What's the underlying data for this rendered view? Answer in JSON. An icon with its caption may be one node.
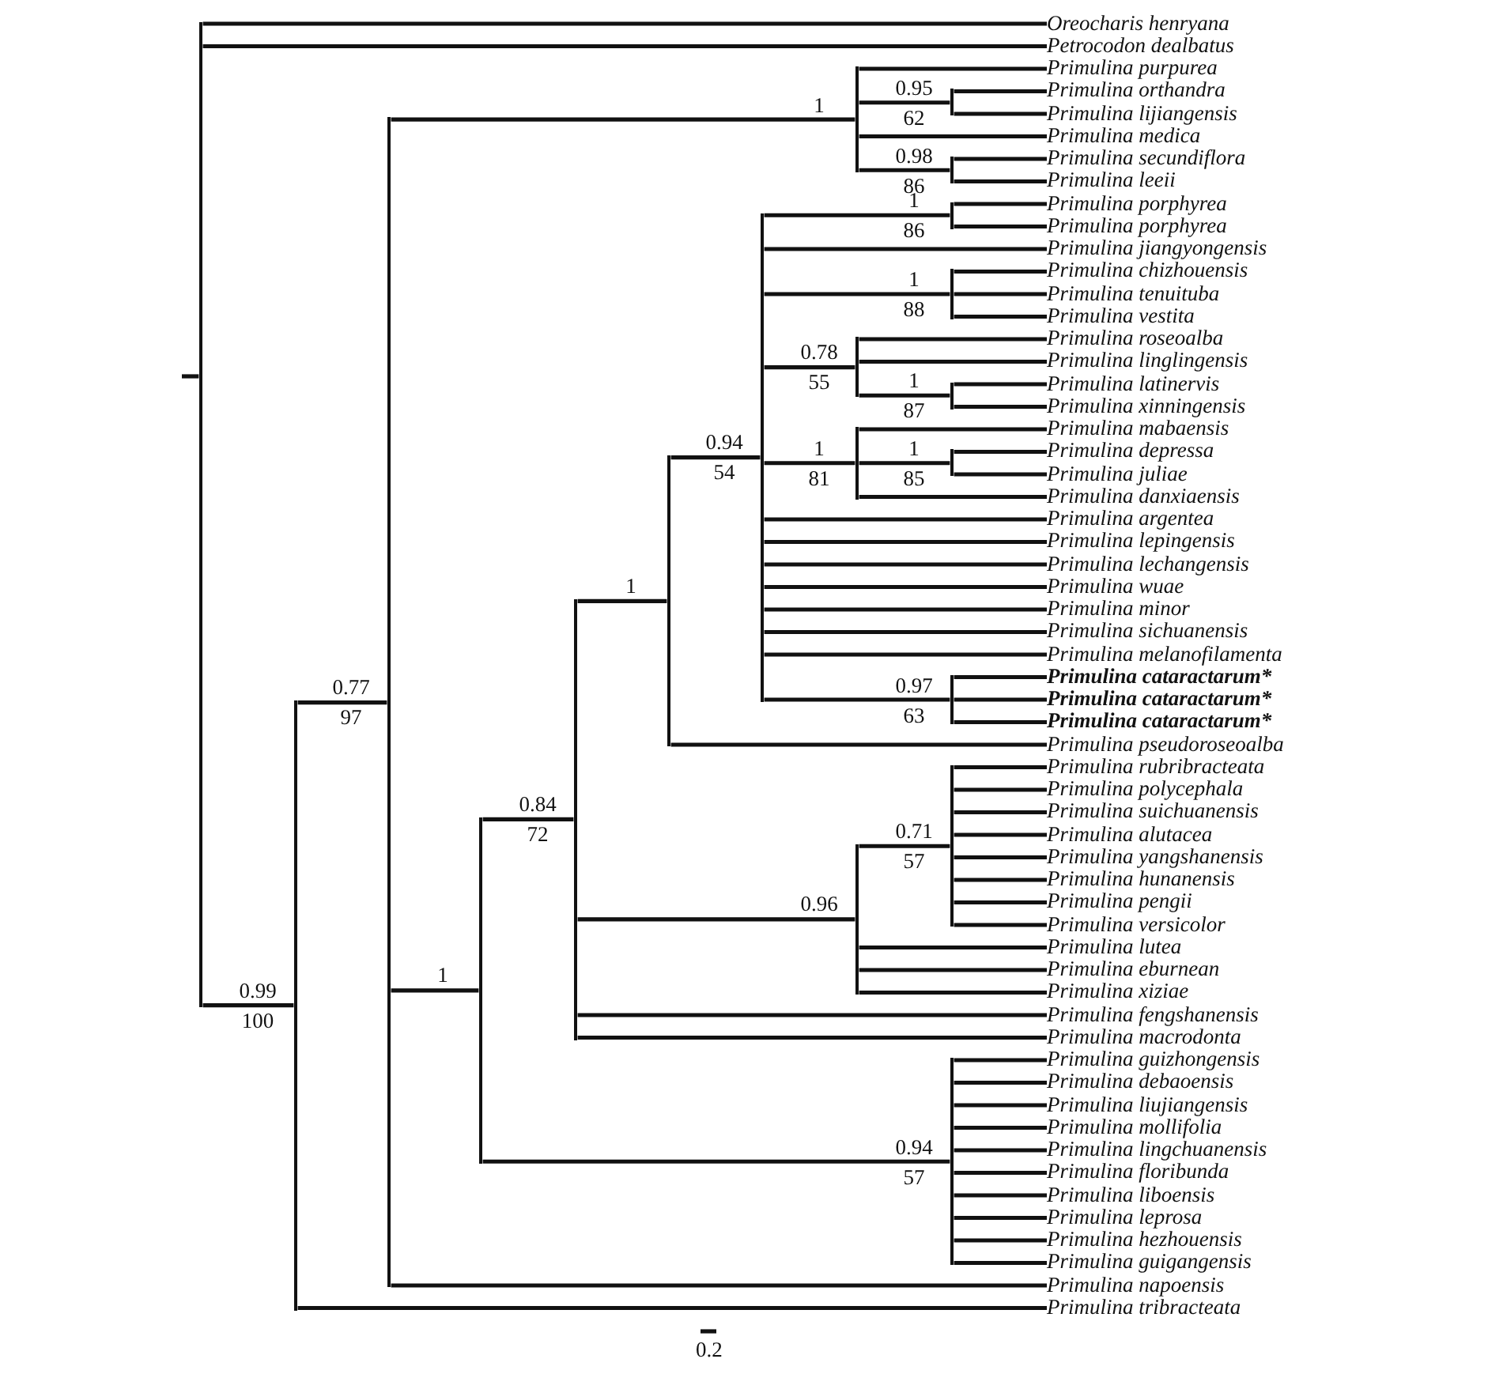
{
  "diagram": {
    "nodes": [
      {
        "text": [],
        "shape": "bar"
      },
      {
        "text": [
          "Oreocharis henryana"
        ]
      },
      {
        "text": [
          "Petrocodon dealbatus"
        ]
      },
      {
        "text": [],
        "shape": "bar",
        "beside": [
          "0.99",
          "100"
        ]
      },
      {
        "text": [],
        "shape": "bar",
        "beside": [
          "0.77",
          "97"
        ]
      },
      {
        "text": [],
        "shape": "bar",
        "beside": [
          "1"
        ]
      },
      {
        "text": [
          "Primulina purpurea"
        ]
      },
      {
        "text": [],
        "shape": "bar",
        "beside": [
          "0.95",
          "62"
        ]
      },
      {
        "text": [
          "Primulina orthandra"
        ]
      },
      {
        "text": [
          "Primulina lijiangensis"
        ]
      },
      {
        "text": [
          "Primulina medica"
        ]
      },
      {
        "text": [],
        "shape": "bar",
        "beside": [
          "0.98",
          "86"
        ]
      },
      {
        "text": [
          "Primulina secundiflora"
        ]
      },
      {
        "text": [
          "Primulina leeii"
        ]
      },
      {
        "text": [],
        "shape": "bar",
        "beside": [
          "1"
        ]
      },
      {
        "text": [],
        "shape": "bar",
        "beside": [
          "0.84",
          "72"
        ]
      },
      {
        "text": [],
        "shape": "bar",
        "beside": [
          "1"
        ]
      },
      {
        "text": [],
        "shape": "bar",
        "beside": [
          "0.94",
          "54"
        ]
      },
      {
        "text": [],
        "shape": "bar",
        "beside": [
          "1",
          "86"
        ]
      },
      {
        "text": [
          "Primulina porphyrea"
        ]
      },
      {
        "text": [
          "Primulina porphyrea"
        ]
      },
      {
        "text": [
          "Primulina jiangyongensis"
        ]
      },
      {
        "text": [],
        "shape": "bar",
        "beside": [
          "1",
          "88"
        ]
      },
      {
        "text": [
          "Primulina chizhouensis"
        ]
      },
      {
        "text": [
          "Primulina tenuituba"
        ]
      },
      {
        "text": [
          "Primulina vestita"
        ]
      },
      {
        "text": [],
        "shape": "bar",
        "beside": [
          "0.78",
          "55"
        ]
      },
      {
        "text": [
          "Primulina roseoalba"
        ]
      },
      {
        "text": [
          "Primulina linglingensis"
        ]
      },
      {
        "text": [],
        "shape": "bar",
        "beside": [
          "1",
          "87"
        ]
      },
      {
        "text": [
          "Primulina latinervis"
        ]
      },
      {
        "text": [
          "Primulina xinningensis"
        ]
      },
      {
        "text": [],
        "shape": "bar",
        "beside": [
          "1",
          "81"
        ]
      },
      {
        "text": [
          "Primulina mabaensis"
        ]
      },
      {
        "text": [],
        "shape": "bar",
        "beside": [
          "1",
          "85"
        ]
      },
      {
        "text": [
          "Primulina depressa"
        ]
      },
      {
        "text": [
          "Primulina juliae"
        ]
      },
      {
        "text": [
          "Primulina danxiaensis"
        ]
      },
      {
        "text": [
          "Primulina argentea"
        ]
      },
      {
        "text": [
          "Primulina lepingensis"
        ]
      },
      {
        "text": [
          "Primulina lechangensis"
        ]
      },
      {
        "text": [
          "Primulina wuae"
        ]
      },
      {
        "text": [
          "Primulina minor"
        ]
      },
      {
        "text": [
          "Primulina sichuanensis"
        ]
      },
      {
        "text": [
          "Primulina melanofilamenta"
        ]
      },
      {
        "text": [],
        "shape": "bar",
        "beside": [
          "0.97",
          "63"
        ]
      },
      {
        "text": [
          "Primulina cataractarum*"
        ]
      },
      {
        "text": [
          "Primulina cataractarum*"
        ]
      },
      {
        "text": [
          "Primulina cataractarum*"
        ]
      },
      {
        "text": [
          "Primulina pseudoroseoalba"
        ]
      },
      {
        "text": [],
        "shape": "bar",
        "beside": [
          "0.96"
        ]
      },
      {
        "text": [],
        "shape": "bar",
        "beside": [
          "0.71",
          "57"
        ]
      },
      {
        "text": [
          "Primulina rubribracteata"
        ]
      },
      {
        "text": [
          "Primulina polycephala"
        ]
      },
      {
        "text": [
          "Primulina suichuanensis"
        ]
      },
      {
        "text": [
          "Primulina alutacea"
        ]
      },
      {
        "text": [
          "Primulina yangshanensis"
        ]
      },
      {
        "text": [
          "Primulina hunanensis"
        ]
      },
      {
        "text": [
          "Primulina pengii"
        ]
      },
      {
        "text": [
          "Primulina versicolor"
        ]
      },
      {
        "text": [
          "Primulina lutea"
        ]
      },
      {
        "text": [
          "Primulina eburnean"
        ]
      },
      {
        "text": [
          "Primulina xiziae"
        ]
      },
      {
        "text": [
          "Primulina fengshanensis"
        ]
      },
      {
        "text": [
          "Primulina macrodonta"
        ]
      },
      {
        "text": [],
        "shape": "bar",
        "beside": [
          "0.94",
          "57"
        ]
      },
      {
        "text": [
          "Primulina guizhongensis"
        ]
      },
      {
        "text": [
          "Primulina debaoensis"
        ]
      },
      {
        "text": [
          "Primulina liujiangensis"
        ]
      },
      {
        "text": [
          "Primulina mollifolia"
        ]
      },
      {
        "text": [
          "Primulina lingchuanensis"
        ]
      },
      {
        "text": [
          "Primulina floribunda"
        ]
      },
      {
        "text": [
          "Primulina liboensis"
        ]
      },
      {
        "text": [
          "Primulina leprosa"
        ]
      },
      {
        "text": [
          "Primulina hezhouensis"
        ]
      },
      {
        "text": [
          "Primulina guigangensis"
        ]
      },
      {
        "text": [
          "Primulina napoensis"
        ]
      },
      {
        "text": [
          "Primulina tribracteata"
        ]
      }
    ],
    "edges": [
      {
        "from": null,
        "to": 0,
        "arrow": "none"
      },
      {
        "from": 0,
        "to": 1,
        "arrow": "none"
      },
      {
        "from": 0,
        "to": 2,
        "arrow": "none"
      },
      {
        "from": 0,
        "to": 3,
        "arrow": "none"
      },
      {
        "from": 3,
        "to": 4,
        "arrow": "none"
      },
      {
        "from": 4,
        "to": 5,
        "arrow": "none"
      },
      {
        "from": 5,
        "to": 6,
        "arrow": "none"
      },
      {
        "from": 5,
        "to": 7,
        "arrow": "none"
      },
      {
        "from": 7,
        "to": 8,
        "arrow": "none"
      },
      {
        "from": 7,
        "to": 9,
        "arrow": "none"
      },
      {
        "from": 5,
        "to": 10,
        "arrow": "none"
      },
      {
        "from": 5,
        "to": 11,
        "arrow": "none"
      },
      {
        "from": 11,
        "to": 12,
        "arrow": "none"
      },
      {
        "from": 11,
        "to": 13,
        "arrow": "none"
      },
      {
        "from": 4,
        "to": 14,
        "arrow": "none"
      },
      {
        "from": 14,
        "to": 15,
        "arrow": "none"
      },
      {
        "from": 15,
        "to": 16,
        "arrow": "none"
      },
      {
        "from": 16,
        "to": 17,
        "arrow": "none"
      },
      {
        "from": 17,
        "to": 18,
        "arrow": "none"
      },
      {
        "from": 18,
        "to": 19,
        "arrow": "none"
      },
      {
        "from": 18,
        "to": 20,
        "arrow": "none"
      },
      {
        "from": 17,
        "to": 21,
        "arrow": "none"
      },
      {
        "from": 17,
        "to": 22,
        "arrow": "none"
      },
      {
        "from": 22,
        "to": 23,
        "arrow": "none"
      },
      {
        "from": 22,
        "to": 24,
        "arrow": "none"
      },
      {
        "from": 22,
        "to": 25,
        "arrow": "none"
      },
      {
        "from": 17,
        "to": 26,
        "arrow": "none"
      },
      {
        "from": 26,
        "to": 27,
        "arrow": "none"
      },
      {
        "from": 26,
        "to": 28,
        "arrow": "none"
      },
      {
        "from": 26,
        "to": 29,
        "arrow": "none"
      },
      {
        "from": 29,
        "to": 30,
        "arrow": "none"
      },
      {
        "from": 29,
        "to": 31,
        "arrow": "none"
      },
      {
        "from": 17,
        "to": 32,
        "arrow": "none"
      },
      {
        "from": 32,
        "to": 33,
        "arrow": "none"
      },
      {
        "from": 32,
        "to": 34,
        "arrow": "none"
      },
      {
        "from": 34,
        "to": 35,
        "arrow": "none"
      },
      {
        "from": 34,
        "to": 36,
        "arrow": "none"
      },
      {
        "from": 32,
        "to": 37,
        "arrow": "none"
      },
      {
        "from": 17,
        "to": 38,
        "arrow": "none"
      },
      {
        "from": 17,
        "to": 39,
        "arrow": "none"
      },
      {
        "from": 17,
        "to": 40,
        "arrow": "none"
      },
      {
        "from": 17,
        "to": 41,
        "arrow": "none"
      },
      {
        "from": 17,
        "to": 42,
        "arrow": "none"
      },
      {
        "from": 17,
        "to": 43,
        "arrow": "none"
      },
      {
        "from": 17,
        "to": 44,
        "arrow": "none"
      },
      {
        "from": 17,
        "to": 45,
        "arrow": "none"
      },
      {
        "from": 45,
        "to": 46,
        "arrow": "none"
      },
      {
        "from": 45,
        "to": 47,
        "arrow": "none"
      },
      {
        "from": 45,
        "to": 48,
        "arrow": "none"
      },
      {
        "from": 16,
        "to": 49,
        "arrow": "none"
      },
      {
        "from": 15,
        "to": 50,
        "arrow": "none"
      },
      {
        "from": 50,
        "to": 51,
        "arrow": "none"
      },
      {
        "from": 51,
        "to": 52,
        "arrow": "none"
      },
      {
        "from": 51,
        "to": 53,
        "arrow": "none"
      },
      {
        "from": 51,
        "to": 54,
        "arrow": "none"
      },
      {
        "from": 51,
        "to": 55,
        "arrow": "none"
      },
      {
        "from": 51,
        "to": 56,
        "arrow": "none"
      },
      {
        "from": 51,
        "to": 57,
        "arrow": "none"
      },
      {
        "from": 51,
        "to": 58,
        "arrow": "none"
      },
      {
        "from": 51,
        "to": 59,
        "arrow": "none"
      },
      {
        "from": 50,
        "to": 60,
        "arrow": "none"
      },
      {
        "from": 50,
        "to": 61,
        "arrow": "none"
      },
      {
        "from": 50,
        "to": 62,
        "arrow": "none"
      },
      {
        "from": 15,
        "to": 63,
        "arrow": "none"
      },
      {
        "from": 15,
        "to": 64,
        "arrow": "none"
      },
      {
        "from": 14,
        "to": 65,
        "arrow": "none"
      },
      {
        "from": 65,
        "to": 66,
        "arrow": "none"
      },
      {
        "from": 65,
        "to": 67,
        "arrow": "none"
      },
      {
        "from": 65,
        "to": 68,
        "arrow": "none"
      },
      {
        "from": 65,
        "to": 69,
        "arrow": "none"
      },
      {
        "from": 65,
        "to": 70,
        "arrow": "none"
      },
      {
        "from": 65,
        "to": 71,
        "arrow": "none"
      },
      {
        "from": 65,
        "to": 72,
        "arrow": "none"
      },
      {
        "from": 65,
        "to": 73,
        "arrow": "none"
      },
      {
        "from": 65,
        "to": 74,
        "arrow": "none"
      },
      {
        "from": 65,
        "to": 75,
        "arrow": "none"
      },
      {
        "from": 4,
        "to": 76,
        "arrow": "none"
      },
      {
        "from": 3,
        "to": 77,
        "arrow": "none"
      }
    ],
    "labels": [
      "0.2"
    ]
  }
}
